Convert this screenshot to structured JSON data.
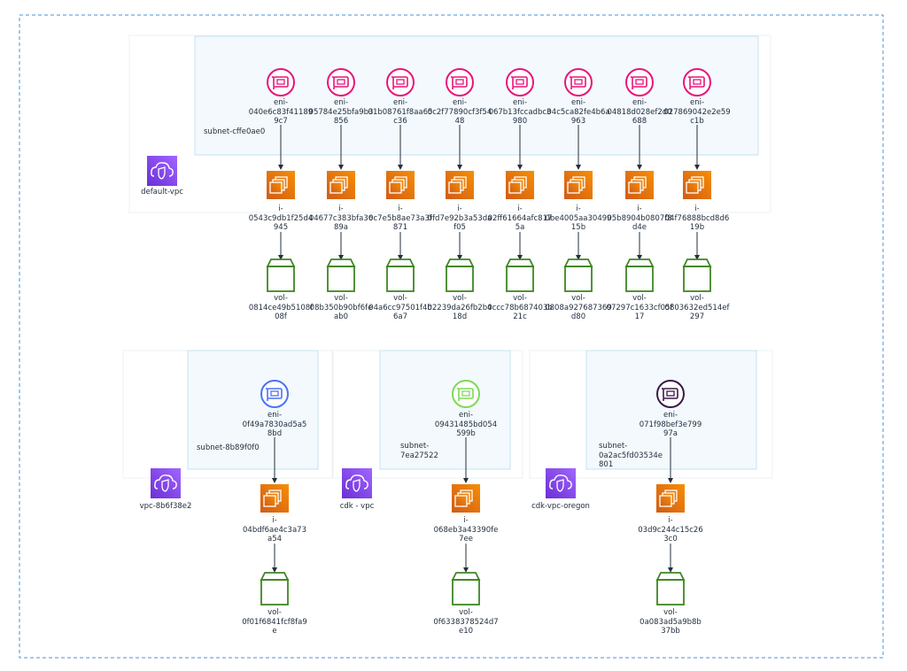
{
  "colors": {
    "eni_default": "#e7157b",
    "eni_vpc1": "#4d72f3",
    "eni_vpc2": "#7ed957",
    "eni_vpc3": "#3b1a45",
    "ec2_top": "#f78e04",
    "ec2_bottom": "#d05c17",
    "vol": "#3f8624",
    "vpc_top": "#a166ff",
    "vpc_bottom": "#6b2fd6",
    "frame": "#4a90d9",
    "subnet_fill": "#f3f9fd",
    "subnet_border": "#c7e3f1",
    "vpc_line": "#eef0f3"
  },
  "icons": {
    "eni": "network-interface-icon",
    "ec2": "ec2-instance-icon",
    "vol": "ebs-volume-icon",
    "vpc": "vpc-cloud-shield-icon"
  },
  "default_vpc": {
    "label": "default-vpc",
    "subnet": "subnet-cffe0ae0",
    "columns": [
      {
        "eni": "eni-\n040e6c83f41189\n9c7",
        "ec2": "i-\n0543c9db1f25d4\n945",
        "vol": "vol-\n0814ce49b5108f\n08f"
      },
      {
        "eni": "eni-\n05784e25bfa9b3\n856",
        "ec2": "i-\n04677c383bfa36\n89a",
        "vol": "vol-\n08b350b90bf6fe\nab0"
      },
      {
        "eni": "eni-\n01b08761f8aa65\nc36",
        "ec2": "i-\n0c7e5b8ae73a3f\n871",
        "vol": "vol-\n04a6cc97501f4b\n6a7"
      },
      {
        "eni": "eni-\n0c2f77890cf3f54\n48",
        "ec2": "i-\n0fd7e92b3a53da\nf05",
        "vol": "vol-\n02239da26fb2b4\n18d"
      },
      {
        "eni": "eni-\n067b13fccadbc3\n980",
        "ec2": "i-\n02ff61664afc817\n5a",
        "vol": "vol-\n0ccc78b687403b\n21c"
      },
      {
        "eni": "eni-\n04c5ca82fe4b6a\n963",
        "ec2": "i-\n0be4005aa30499\n15b",
        "vol": "vol-\n0808a927687369\nd80"
      },
      {
        "eni": "eni-\n04818d028ef2d0\n688",
        "ec2": "i-\n05b8904b0807f8\nd4e",
        "vol": "vol-\n07297c1633cf05f\n17"
      },
      {
        "eni": "eni-\n027869042e2e59\nc1b",
        "ec2": "i-\n04f76888bcd8d6\n19b",
        "vol": "vol-\n0803632ed514ef\n297"
      }
    ]
  },
  "vpcs": [
    {
      "label": "vpc-8b6f38e2",
      "subnet": "subnet-8b89f0f0",
      "eni": "eni-\n0f49a7830ad5a5\n8bd",
      "ec2": "i-\n04bdf6ae4c3a73\na54",
      "vol": "vol-\n0f01f6841fcf8fa9\ne"
    },
    {
      "label": "cdk - vpc",
      "subnet": "subnet-\n7ea27522",
      "eni": "eni-\n09431485bd054\n599b",
      "ec2": "i-\n068eb3a43390fe\n7ee",
      "vol": "vol-\n0f6338378524d7\ne10"
    },
    {
      "label": "cdk-vpc-oregon",
      "subnet": "subnet-\n0a2ac5fd03534e\n801",
      "eni": "eni-\n071f98bef3e799\n97a",
      "ec2": "i-\n03d9c244c15c26\n3c0",
      "vol": "vol-\n0a083ad5a9b8b\n37bb"
    }
  ]
}
